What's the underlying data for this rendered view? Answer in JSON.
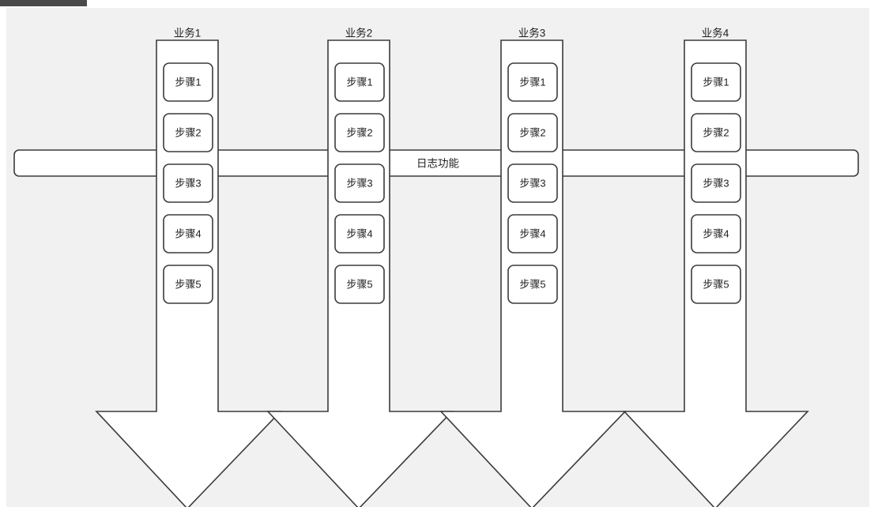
{
  "canvas": {
    "background_color": "#f1f1f1",
    "page_background": "#ffffff",
    "stroke_color": "#3b3b3b",
    "shape_fill": "#ffffff",
    "top_strip_color": "#4a4a4a"
  },
  "diagram": {
    "type": "fishbone-vertical-arrow-process",
    "crossbar": {
      "label": "日志功能"
    },
    "columns": [
      {
        "header": "业务1",
        "steps": [
          "步骤1",
          "步骤2",
          "步骤3",
          "步骤4",
          "步骤5"
        ]
      },
      {
        "header": "业务2",
        "steps": [
          "步骤1",
          "步骤2",
          "步骤3",
          "步骤4",
          "步骤5"
        ]
      },
      {
        "header": "业务3",
        "steps": [
          "步骤1",
          "步骤2",
          "步骤3",
          "步骤4",
          "步骤5"
        ]
      },
      {
        "header": "业务4",
        "steps": [
          "步骤1",
          "步骤2",
          "步骤3",
          "步骤4",
          "步骤5"
        ]
      }
    ]
  }
}
